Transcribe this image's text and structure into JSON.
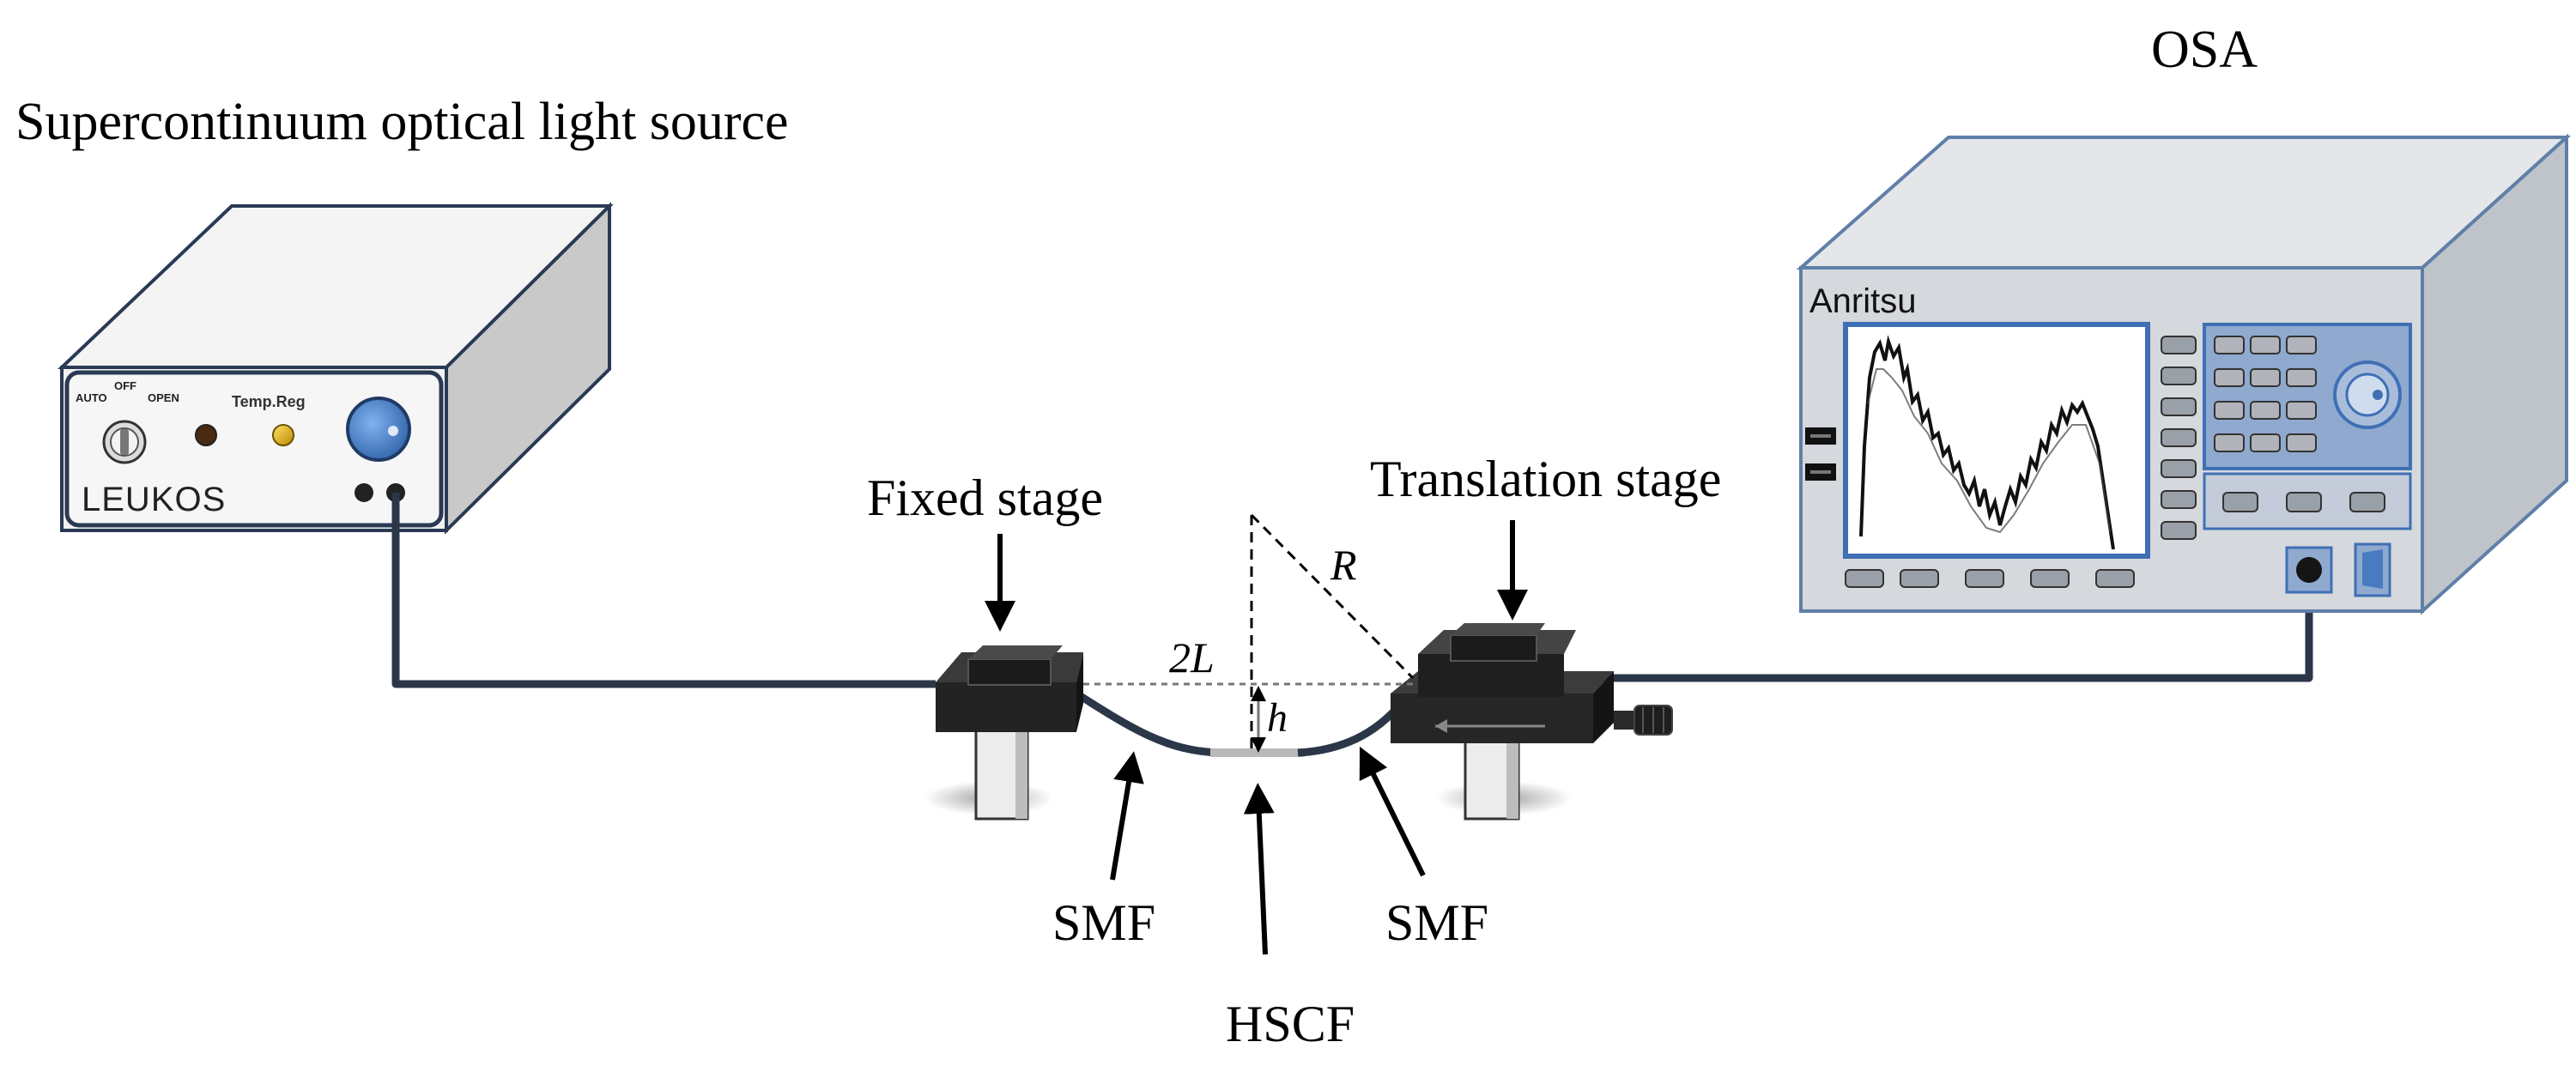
{
  "labels": {
    "light_source": "Supercontinuum optical light source",
    "osa": "OSA",
    "fixed_stage": "Fixed stage",
    "translation_stage": "Translation stage",
    "smf_left": "SMF",
    "smf_right": "SMF",
    "hscf": "HSCF",
    "two_l": "2L",
    "h": "h",
    "r": "R"
  },
  "light_source_panel": {
    "brand": "LEUKOS",
    "temp_reg": "Temp.Reg",
    "switch_auto": "AUTO",
    "switch_off": "OFF",
    "switch_open": "OPEN"
  },
  "osa_panel": {
    "brand": "Anritsu"
  },
  "colors": {
    "box_face": "#f1f1f1",
    "box_side": "#c9c9c9",
    "box_edge": "#2a3a55",
    "osa_face": "#d5d8dc",
    "osa_side": "#bfc4ca",
    "osa_edge": "#5f7fa8",
    "osa_screen_border": "#3f6fb5",
    "osa_keypad_bg": "#8fa9cf",
    "fiber": "#2b3648",
    "hscf": "#b9b9b9",
    "stage_dark": "#1e1e1e",
    "post": "#e9e9e9"
  },
  "icons": [
    "key-switch-icon",
    "power-knob-icon",
    "rotary-dial-icon",
    "down-arrow-icon",
    "up-arrow-icon"
  ]
}
